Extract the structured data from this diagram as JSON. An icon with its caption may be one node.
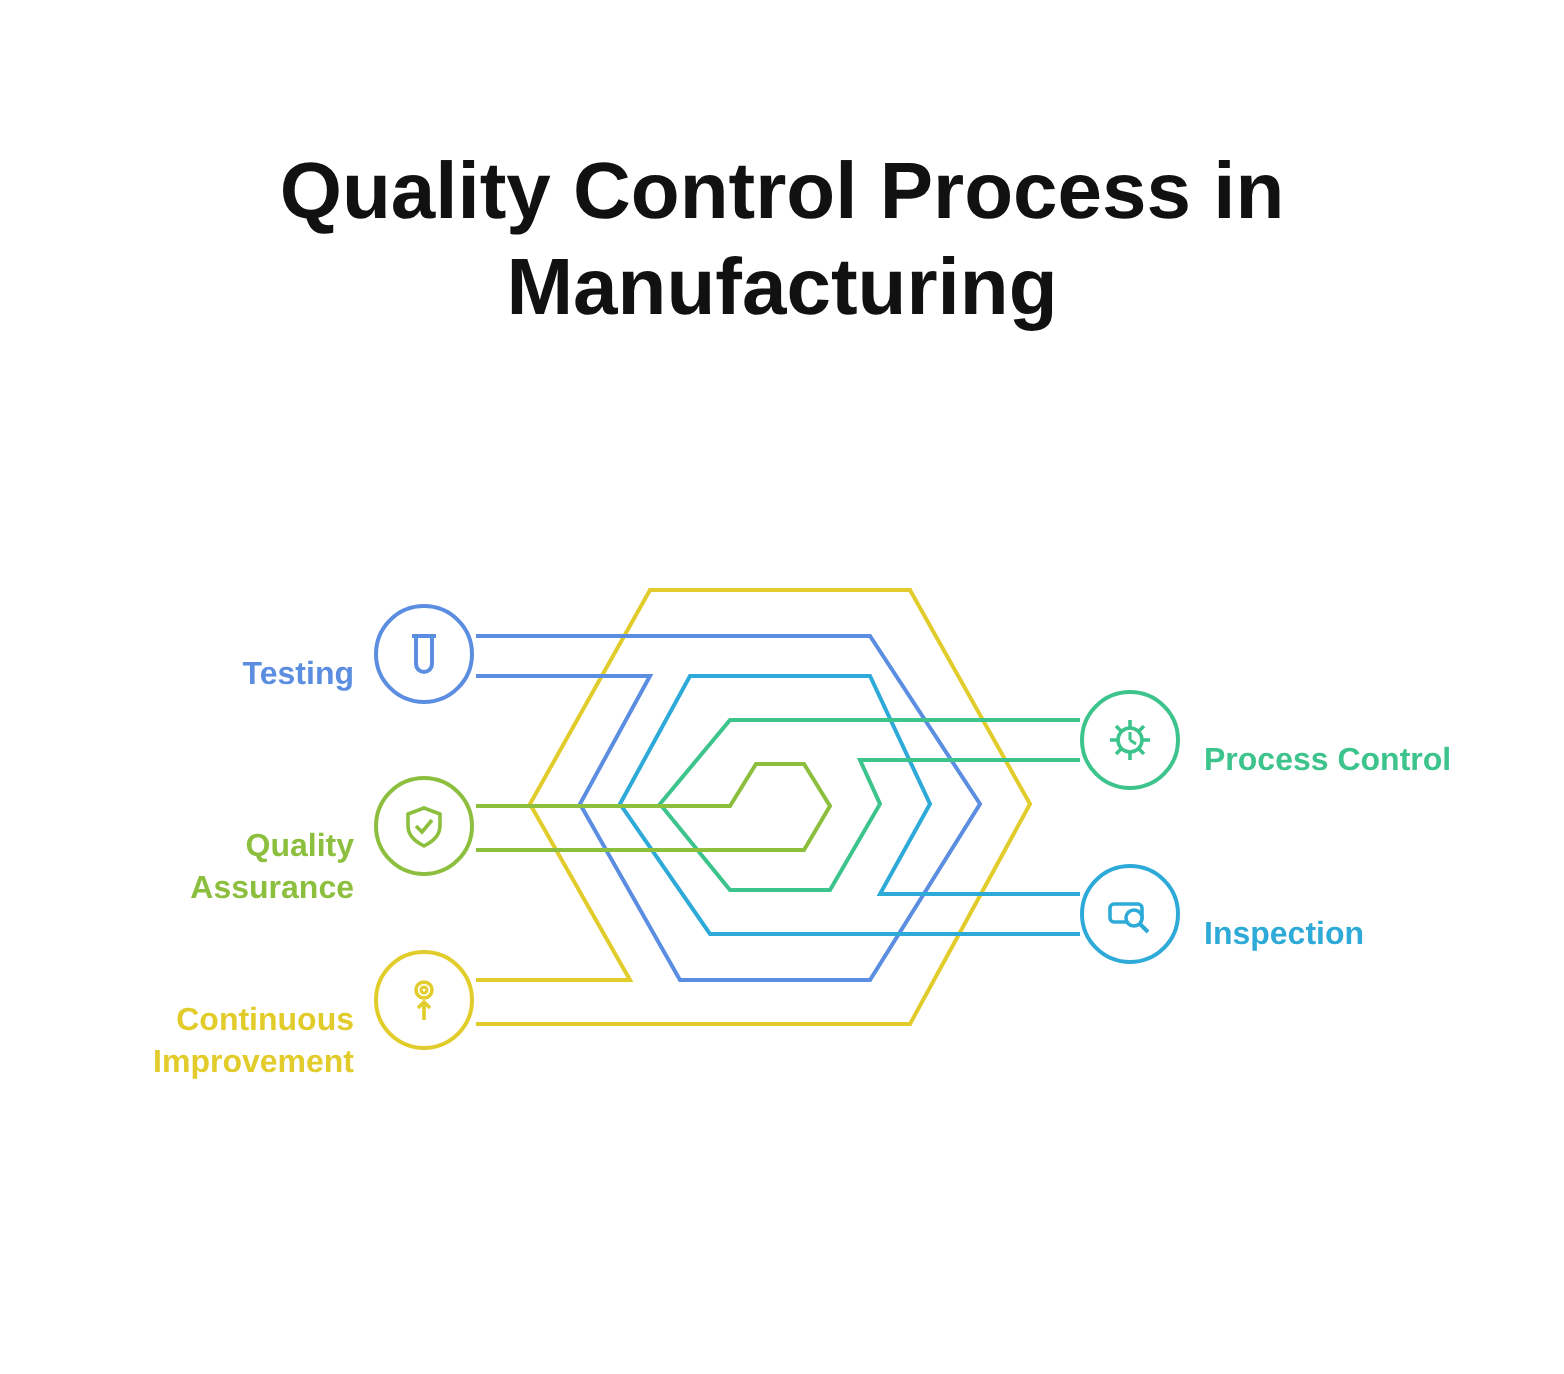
{
  "diagram": {
    "title": "Quality Control Process in Manufacturing",
    "nodes": [
      {
        "text": [
          "Testing"
        ]
      },
      {
        "text": [
          "Quality Assurance"
        ]
      },
      {
        "text": [
          "Continuous Improvement"
        ]
      },
      {
        "text": [
          "Process Control"
        ]
      },
      {
        "text": [
          "Inspection"
        ]
      }
    ]
  }
}
